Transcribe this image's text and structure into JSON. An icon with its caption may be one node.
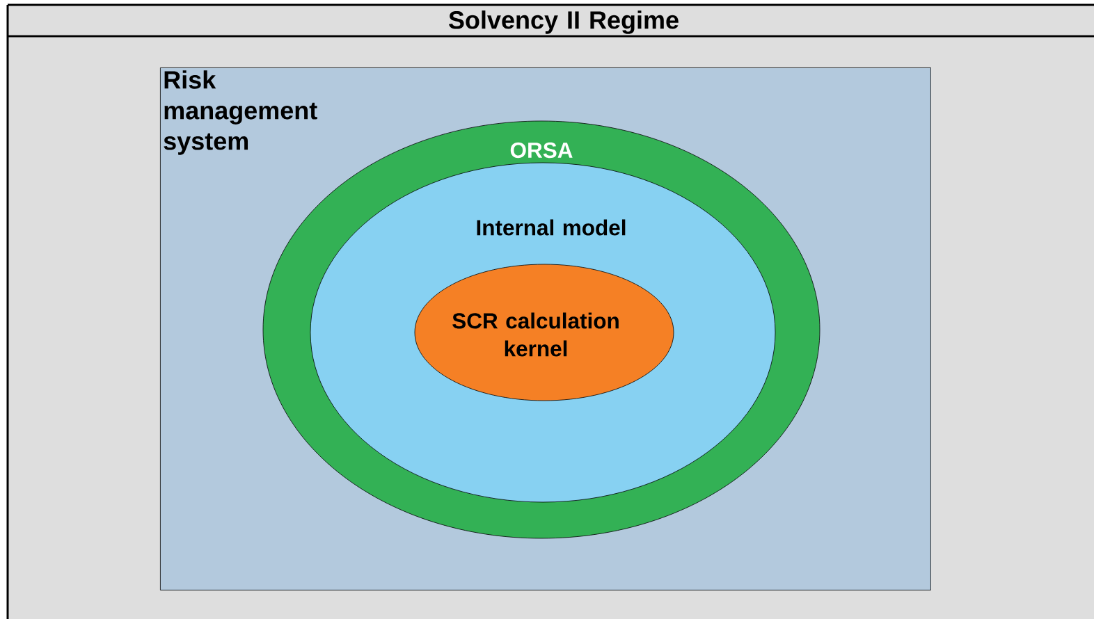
{
  "diagram": {
    "nodes": [
      {
        "text": [
          "Solvency II Regime"
        ]
      },
      {
        "text": [
          "Risk management system"
        ],
        "in": 0
      },
      {
        "text": [
          "ORSA"
        ],
        "in": 1
      },
      {
        "text": [
          "Internal model"
        ],
        "in": 2
      },
      {
        "text": [
          "SCR calculation kernel"
        ],
        "in": 3
      }
    ]
  }
}
